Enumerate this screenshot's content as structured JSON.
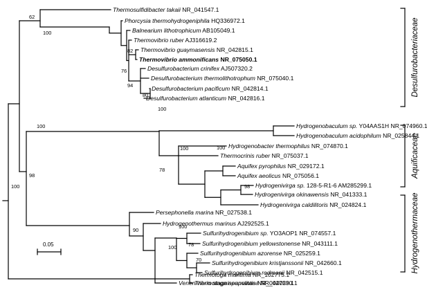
{
  "families": [
    {
      "key": "desulfurobacteriaceae",
      "name": "Desulfurobacteriaceae"
    },
    {
      "key": "aquificaceae",
      "name": "Aquificaceae"
    },
    {
      "key": "hydrogenothermaceae",
      "name": "Hydrogenothermaceae"
    }
  ],
  "scale_bar": {
    "label": "0.05"
  },
  "taxa": [
    {
      "key": "t01",
      "species": "Thermosulfidibacter takaii",
      "accession": "NR_041547.1",
      "bold": false
    },
    {
      "key": "t02",
      "species": "Phorcysia thermohydrogeniphila",
      "accession": "HQ336972.1",
      "bold": false
    },
    {
      "key": "t03",
      "species": "Balnearium lithotrophicum",
      "accession": "AB105049.1",
      "bold": false
    },
    {
      "key": "t04",
      "species": "Thermovibrio ruber",
      "accession": "AJ316619.2",
      "bold": false
    },
    {
      "key": "t05",
      "species": "Thermovibrio guaymasensis",
      "accession": "NR_042815.1",
      "bold": false
    },
    {
      "key": "t06",
      "species": "Thermovibrio ammonificans",
      "accession": "NR_075050.1",
      "bold": true
    },
    {
      "key": "t07",
      "species": "Desulfurobacterium crinifex",
      "accession": "AJ507320.2",
      "bold": false
    },
    {
      "key": "t08",
      "species": "Desulfurobacterium thermolithotrophum",
      "accession": "NR_075040.1",
      "bold": false
    },
    {
      "key": "t09",
      "species": "Desulfurobacterium pacificum",
      "accession": "NR_042814.1",
      "bold": false
    },
    {
      "key": "t10",
      "species": "Desulfurobacterium atlanticum",
      "accession": "NR_042816.1",
      "bold": false
    },
    {
      "key": "t11",
      "species": "Hydrogenobaculum sp.",
      "accession": "Y04AAS1H NR_074960.1",
      "bold": false
    },
    {
      "key": "t12",
      "species": "Hydrogenobaculum acidophilum",
      "accession": "NR_025844.1",
      "bold": false
    },
    {
      "key": "t13",
      "species": "Hydrogenobacter thermophilus",
      "accession": "NR_074870.1",
      "bold": false
    },
    {
      "key": "t14",
      "species": "Thermocrinis ruber",
      "accession": "NR_075037.1",
      "bold": false
    },
    {
      "key": "t15",
      "species": "Aquifex pyrophilus",
      "accession": "NR_029172.1",
      "bold": false
    },
    {
      "key": "t16",
      "species": "Aquifex aeolicus",
      "accession": "NR_075056.1",
      "bold": false
    },
    {
      "key": "t17",
      "species": "Hydrogenivirga sp.",
      "accession": "128-5-R1-6 AM285299.1",
      "bold": false
    },
    {
      "key": "t18",
      "species": "Hydrogenivirga okinawensis",
      "accession": "NR_041333.1",
      "bold": false
    },
    {
      "key": "t19",
      "species": "Hydrogenivirga caldilitoris",
      "accession": "NR_024824.1",
      "bold": false
    },
    {
      "key": "t20",
      "species": "Persephonella marina",
      "accession": "NR_027538.1",
      "bold": false
    },
    {
      "key": "t21",
      "species": "Hydrogenothermus marinus",
      "accession": "AJ292525.1",
      "bold": false
    },
    {
      "key": "t22",
      "species": "Sulfurihydrogenibium sp.",
      "accession": "YO3AOP1 NR_074557.1",
      "bold": false
    },
    {
      "key": "t23",
      "species": "Sulfurihydrogenibium yellowstonense",
      "accession": "NR_043111.1",
      "bold": false
    },
    {
      "key": "t24",
      "species": "Sulfurihydrogenibium azorense",
      "accession": "NR_025259.1",
      "bold": false
    },
    {
      "key": "t25",
      "species": "Sulfurihydrogenibium kristjanssonii",
      "accession": "NR_042660.1",
      "bold": false
    },
    {
      "key": "t26",
      "species": "Sulfurihydrogenibium rodmanii",
      "accession": "NR_042515.1",
      "bold": false
    },
    {
      "key": "t27",
      "species": "Venenivibrio stagnispumantis",
      "accession": "NR_044029.1",
      "bold": false
    },
    {
      "key": "t28",
      "species": "Thermotoga maritima",
      "accession": "NR_102775.1",
      "bold": false
    },
    {
      "key": "t29",
      "species": "Thermotoga neapolitana",
      "accession": "NR_027530.1",
      "bold": false
    }
  ],
  "bootstrap": {
    "n_root_ingroup": "100",
    "n_desulfo_top": "62",
    "n_desulfo": "100",
    "n_guay": "82",
    "n_ruber": "76",
    "n_dsf_inner": "94",
    "n_dsf_pair": "80",
    "n_aqui_hydro": "98",
    "n_aquificaceae": "100",
    "n_hydrogenobaculum": "100",
    "n_aqui_core": "78",
    "n_aquifex": "100",
    "n_hydrogenivirga": "98",
    "n_hydrogenivirga_pair": "100",
    "n_sulfuri": "90",
    "n_sulfuri_pair": "100",
    "n_sulfuri_core": "100",
    "n_sulfuri_inner": "78",
    "n_sulfuri_kr": "70"
  }
}
